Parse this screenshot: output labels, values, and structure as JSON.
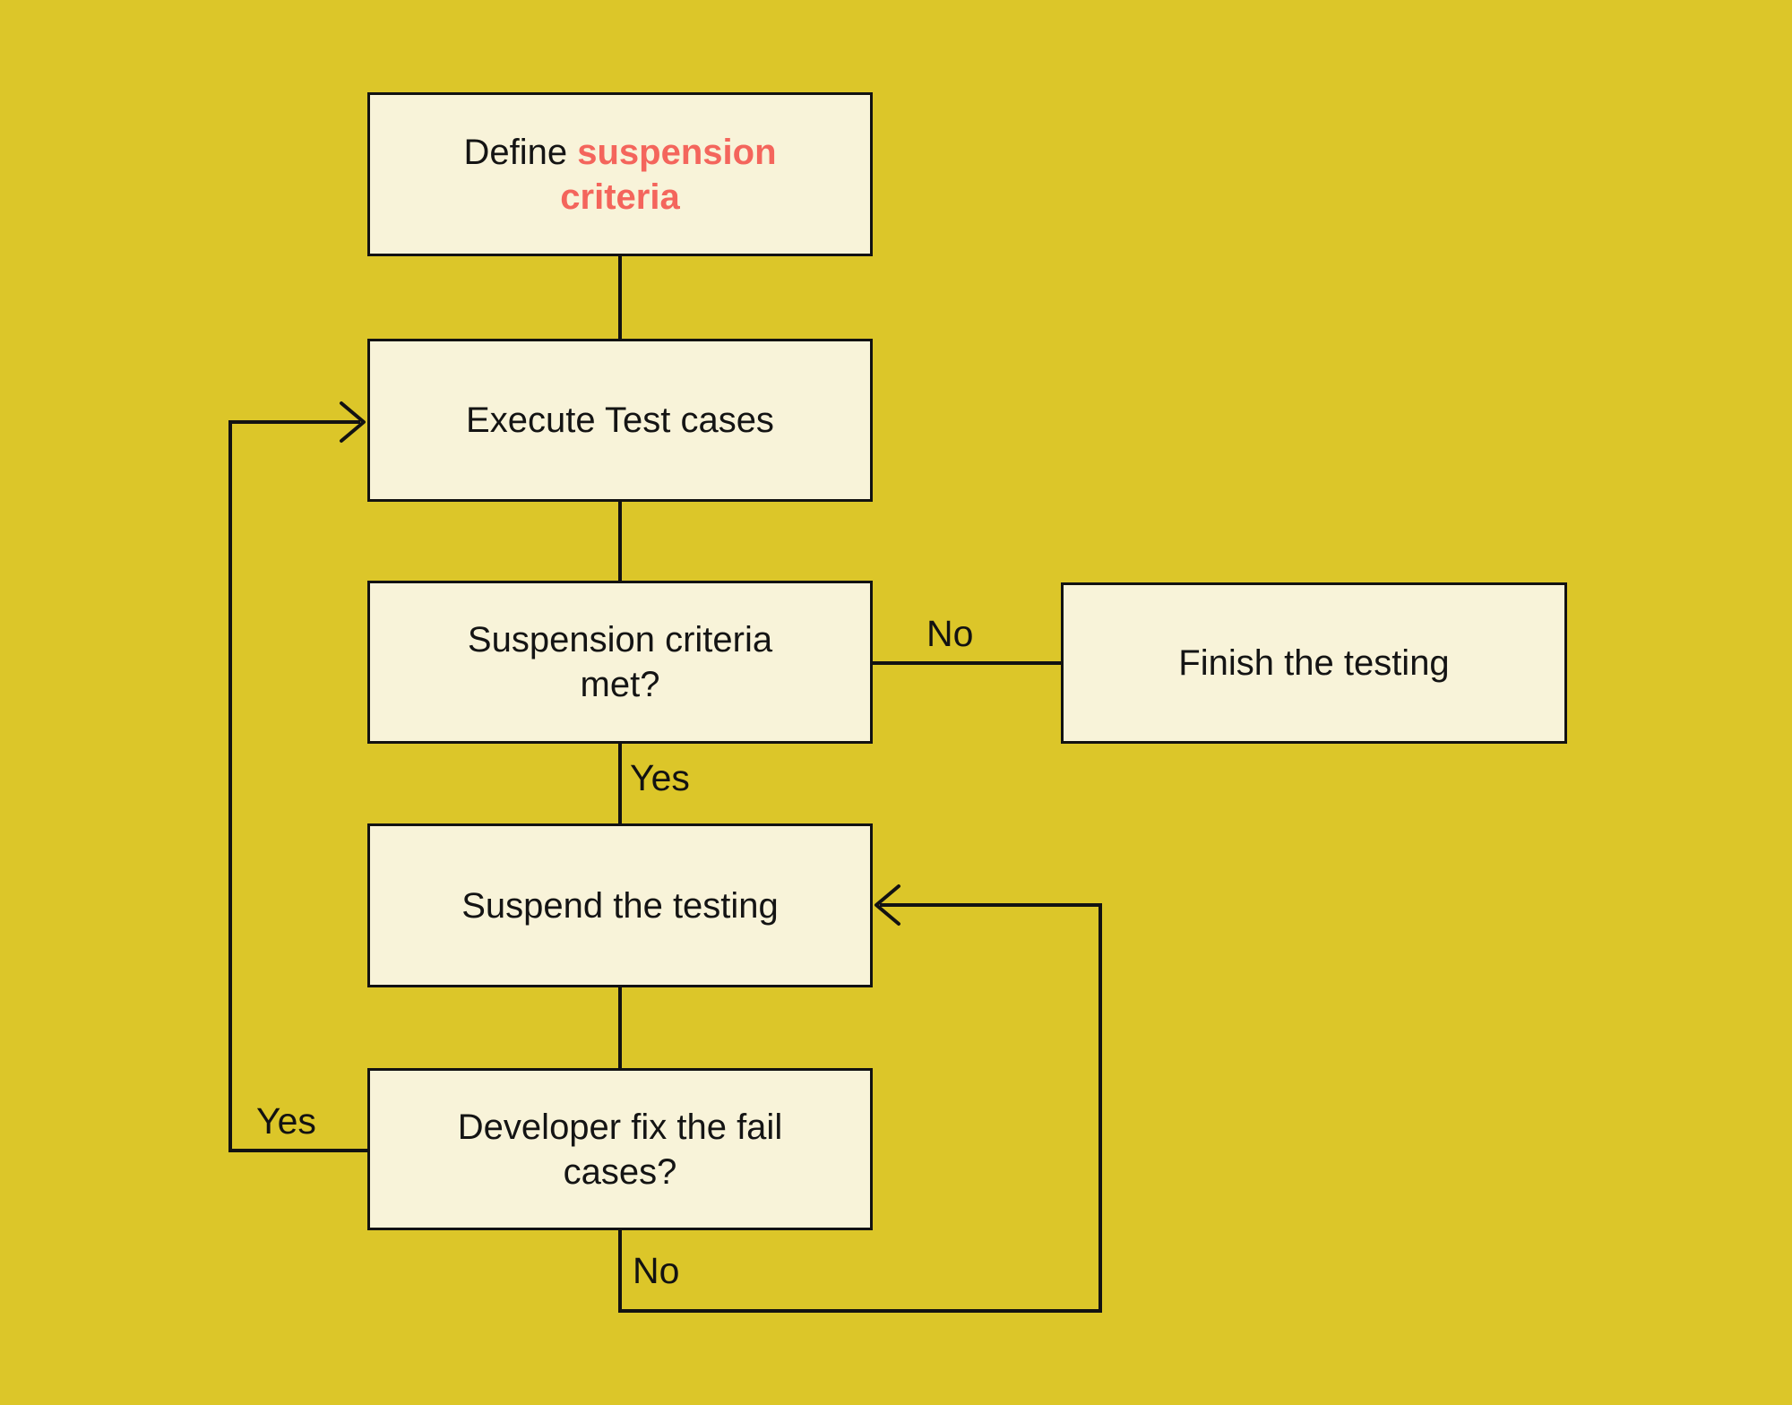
{
  "diagram": {
    "type": "flowchart",
    "colors": {
      "background": "#dcc629",
      "node_fill": "#f8f3d9",
      "line": "#121212",
      "accent_red": "#f4655c"
    },
    "nodes": {
      "define": {
        "line1_black": "Define",
        "line1_red": "suspension",
        "line2_red": "criteria"
      },
      "execute": {
        "label": "Execute Test cases"
      },
      "criteria_met": {
        "lines": [
          "Suspension criteria",
          "met?"
        ]
      },
      "finish": {
        "label": "Finish the testing"
      },
      "suspend": {
        "label": "Suspend the testing"
      },
      "developer_fix": {
        "lines": [
          "Developer fix the fail",
          "cases?"
        ]
      }
    },
    "edge_labels": {
      "no_to_finish": "No",
      "yes_to_suspend": "Yes",
      "yes_loop_to_execute": "Yes",
      "no_loop_to_suspend": "No"
    }
  }
}
